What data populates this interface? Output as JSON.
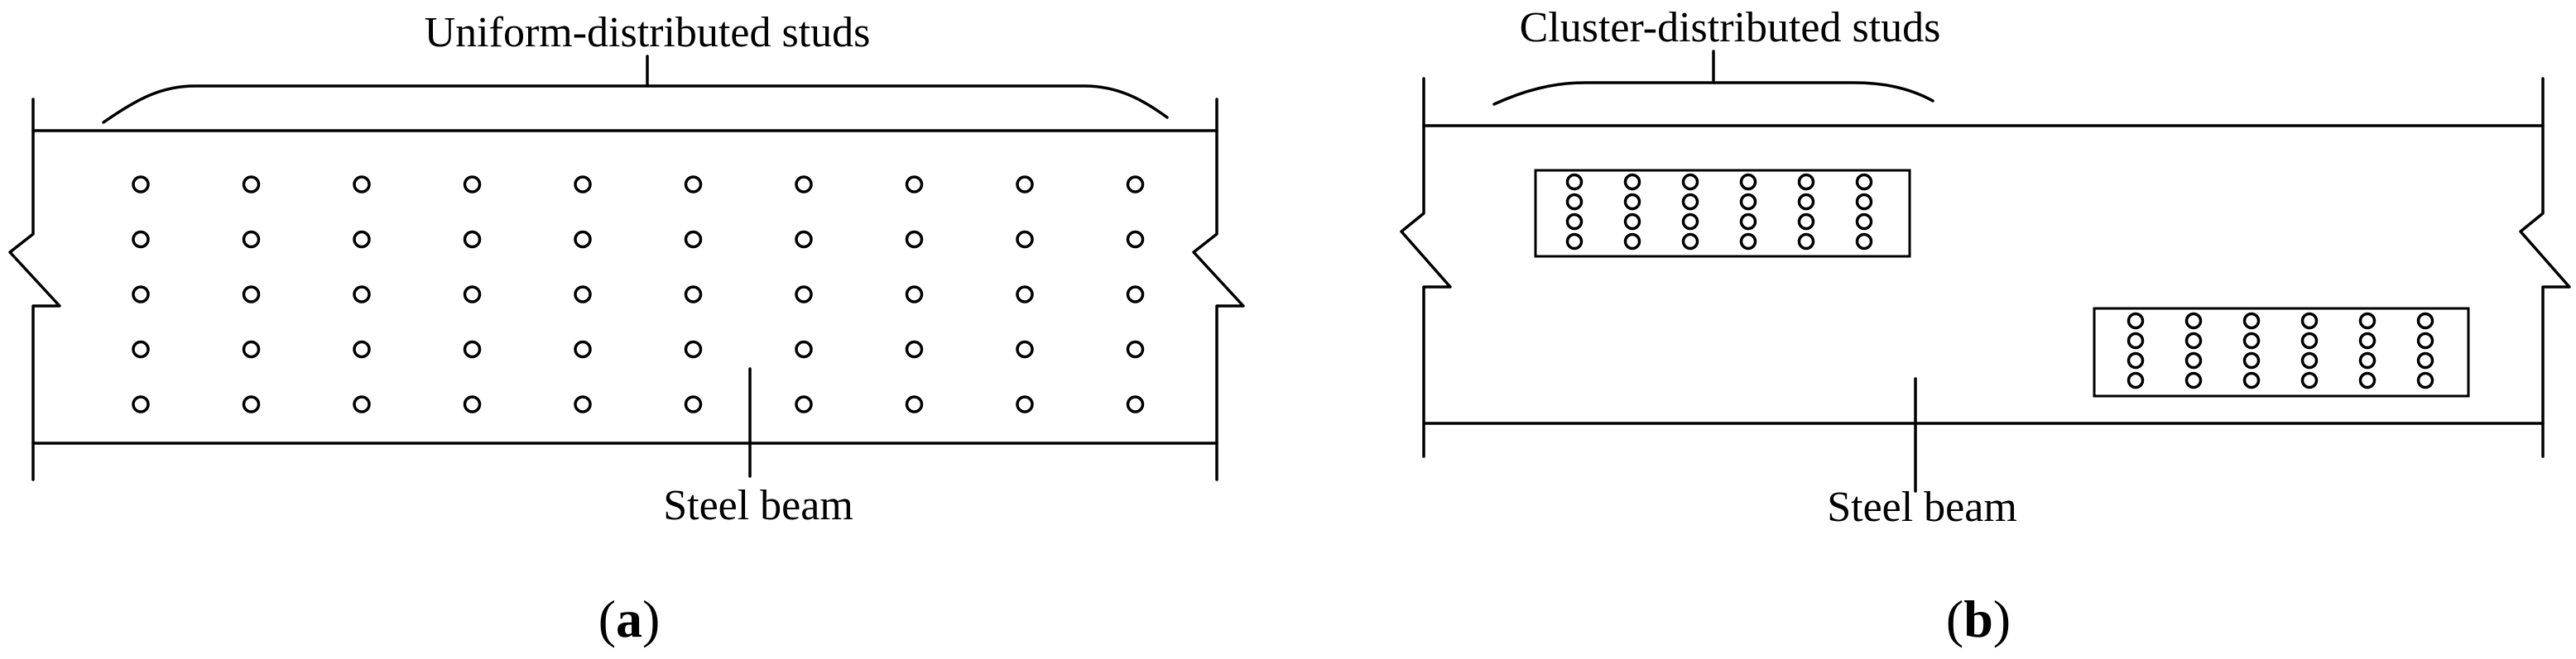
{
  "panel_a": {
    "label_top": "Uniform-distributed studs",
    "label_bottom": "Steel beam",
    "caption_open": "(",
    "caption_letter": "a",
    "caption_close": ")"
  },
  "panel_b": {
    "label_top": "Cluster-distributed studs",
    "label_bottom": "Steel beam",
    "caption_open": "(",
    "caption_letter": "b",
    "caption_close": ")"
  },
  "studs": {
    "uniform_rows": 5,
    "uniform_columns": 10,
    "cluster_groups": 2,
    "cluster_rows": 4,
    "cluster_columns": 6
  }
}
